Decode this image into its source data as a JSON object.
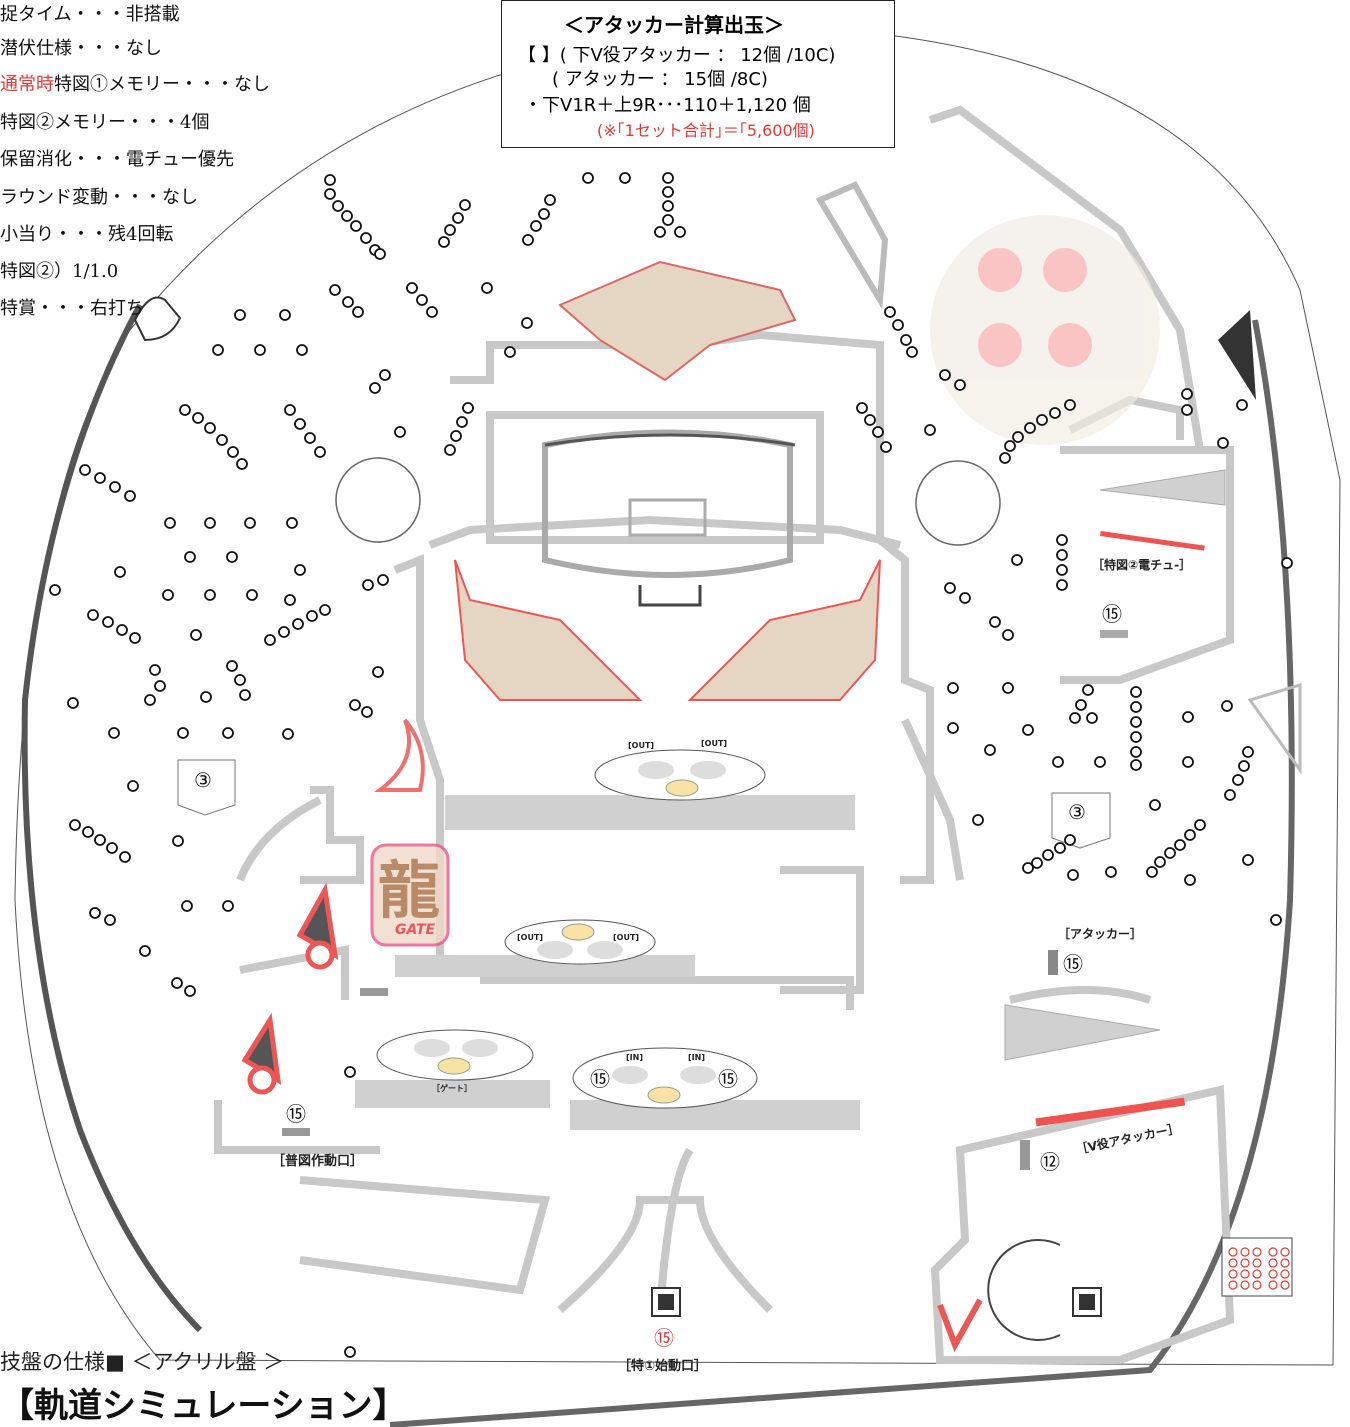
{
  "specs": [
    {
      "text": "捉タイム・・・非搭載"
    },
    {
      "text": "潜伏仕様・・・なし"
    },
    {
      "prefix": "通常時",
      "text": "特図①メモリー・・・なし"
    },
    {
      "text": "特図②メモリー・・・4個"
    },
    {
      "text": "保留消化・・・電チュー優先"
    },
    {
      "text": "ラウンド変動・・・なし"
    },
    {
      "text": "小当り・・・残4回転"
    },
    {
      "text": "特図②）1/1.0"
    },
    {
      "text": "特賞・・・右打ち"
    }
  ],
  "attacker_box": {
    "title": "＜アタッカー計算出玉＞",
    "line1": "【 】( 下V役アタッカー ： 12個 /10C)",
    "line2": "( アタッカー ： 15個 /8C)",
    "line3": "・下V1R＋上9R･･･110＋1,120 個",
    "line4": "(※｢1セット合計｣＝｢5,600個)"
  },
  "labels": {
    "tokuzu2_denchu": "［特図②電チュ-］",
    "attacker": "［アタッカー］",
    "v_attacker": "［V役アタッカー］",
    "futsuzu": "［普図作動口］",
    "toku1": "［特①始動口］",
    "gate": "［ゲート］",
    "out1": "[OUT]",
    "out2": "[OUT]",
    "out3": "[OUT]",
    "out4": "[OUT]",
    "in1": "[IN]",
    "in2": "[IN]"
  },
  "payouts": {
    "p3_left": "③",
    "p3_right": "③",
    "p15_denchu": "⑮",
    "p15_attacker": "⑮",
    "p12_v": "⑫",
    "p15_futsuzu": "⑮",
    "p15_toku1": "⑮",
    "p15_in_left": "⑮",
    "p15_in_right": "⑮"
  },
  "acrylic": "技盤の仕様■ ＜アクリル盤 ＞",
  "sim_title": "【軌道シミュレーション】",
  "ryu_logo": "龍",
  "gate_logo": "GATE",
  "colors": {
    "rail": "#555555",
    "accent": "#ef5350",
    "frame": "#bdbdbd"
  }
}
